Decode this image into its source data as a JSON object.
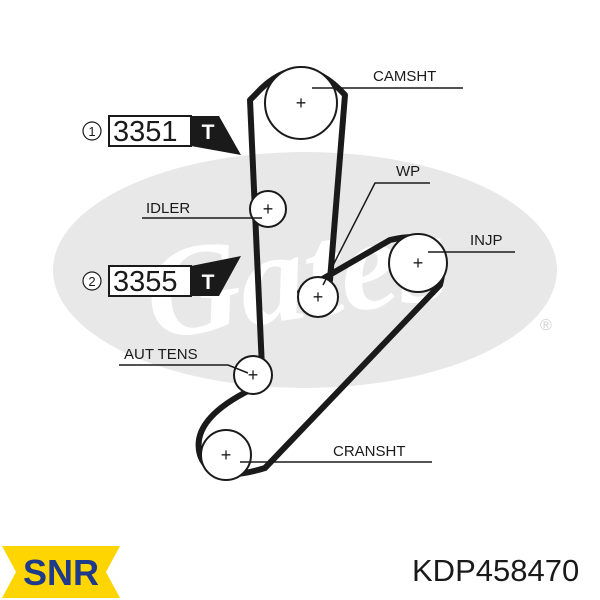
{
  "diagram": {
    "watermark": {
      "text": "Gates",
      "registered_mark": "®",
      "color": "#e4e4e4"
    },
    "pulleys": {
      "camshaft": {
        "label": "CAMSHT"
      },
      "water_pump": {
        "label": "WP"
      },
      "injection_pump": {
        "label": "INJP"
      },
      "idler": {
        "label": "IDLER"
      },
      "auto_tensioner": {
        "label": "AUT TENS"
      },
      "crankshaft": {
        "label": "CRANSHT"
      }
    },
    "part_refs": [
      {
        "index": "1",
        "number": "3351",
        "badge": "T"
      },
      {
        "index": "2",
        "number": "3355",
        "badge": "T"
      }
    ],
    "center_marker": "+"
  },
  "footer": {
    "brand": "SNR",
    "brand_colors": {
      "primary": "#ffd500",
      "text": "#1e3a8a"
    },
    "part_code": "KDP458470"
  }
}
